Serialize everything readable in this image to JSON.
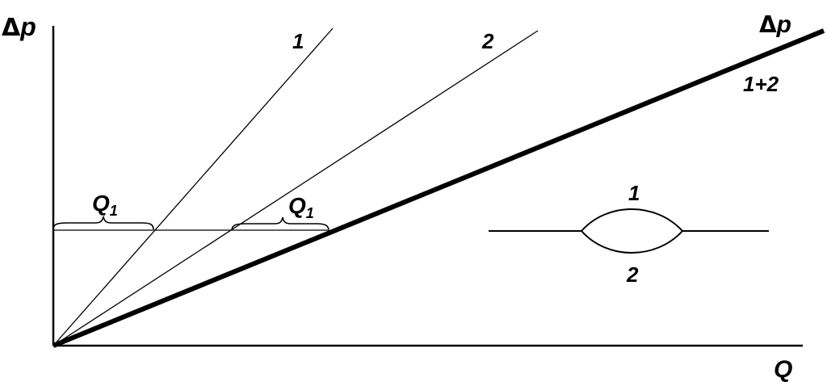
{
  "axes": {
    "y_label_symbol": "Δ",
    "y_label_letter": "p",
    "x_label": "Q"
  },
  "lines": {
    "line1_label": "1",
    "line2_label": "2",
    "sum_label_symbol": "Δ",
    "sum_label_letter": "p",
    "sum_label": "1+2"
  },
  "flow_labels": {
    "left_Q": "Q",
    "left_sub": "1",
    "right_Q": "Q",
    "right_sub": "1"
  },
  "schematic": {
    "upper_branch_label": "1",
    "lower_branch_label": "2"
  }
}
